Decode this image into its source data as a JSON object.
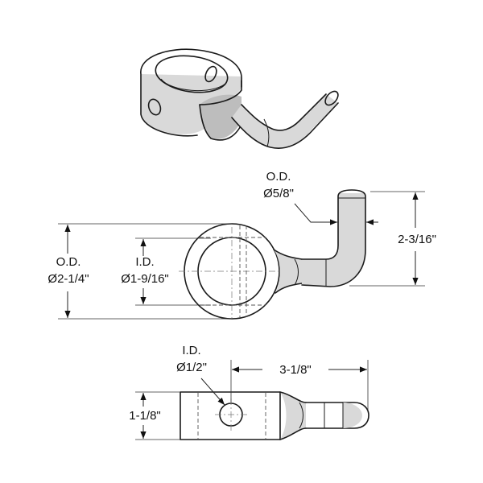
{
  "views": {
    "iso": {},
    "top": {
      "od_label": "O.D.",
      "od_value": "Ø2-1/4\"",
      "id_label": "I.D.",
      "id_value": "Ø1-9/16\"",
      "rod_od_label": "O.D.",
      "rod_od_value": "Ø5/8\"",
      "rod_height": "2-3/16\""
    },
    "side": {
      "hole_label": "I.D.",
      "hole_value": "Ø1/2\"",
      "length": "3-1/8\"",
      "height": "1-1/8\""
    }
  }
}
